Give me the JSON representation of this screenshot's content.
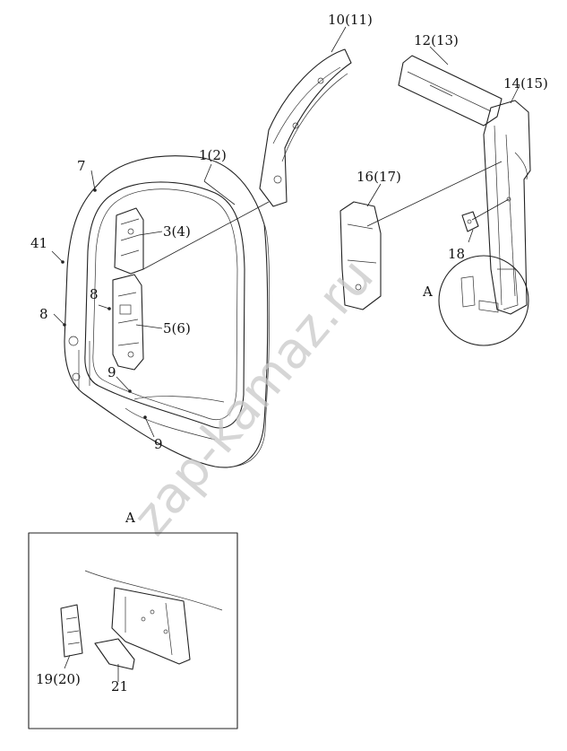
{
  "labels": {
    "p1": "1(2)",
    "p3": "3(4)",
    "p5": "5(6)",
    "p7": "7",
    "p8a": "8",
    "p8b": "8",
    "p9a": "9",
    "p9b": "9",
    "p10": "10(11)",
    "p12": "12(13)",
    "p14": "14(15)",
    "p16": "16(17)",
    "p18": "18",
    "p41": "41",
    "p19": "19(20)",
    "p21": "21",
    "viewA": "A",
    "detailA": "A"
  },
  "watermark": "zap-kamaz.ru",
  "colors": {
    "line": "#222222",
    "watermark": "#c9c9c9"
  }
}
